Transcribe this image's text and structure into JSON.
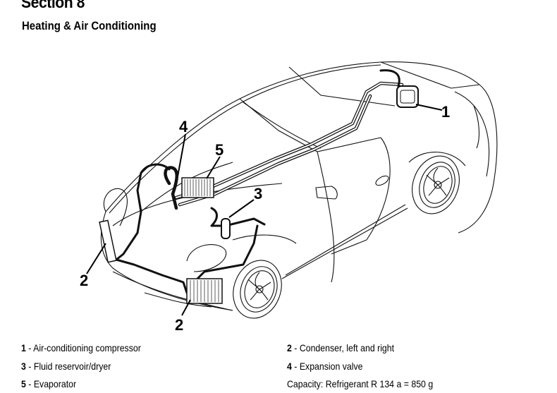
{
  "header": {
    "section": "Section 8",
    "title": "Heating & Air Conditioning"
  },
  "diagram": {
    "callouts": [
      {
        "id": "1",
        "label": "1"
      },
      {
        "id": "2",
        "label": "2"
      },
      {
        "id": "2b",
        "label": "2"
      },
      {
        "id": "3",
        "label": "3"
      },
      {
        "id": "4",
        "label": "4"
      },
      {
        "id": "5",
        "label": "5"
      }
    ]
  },
  "legend": {
    "items": [
      {
        "num": "1",
        "sep": " - ",
        "text": "Air-conditioning compressor"
      },
      {
        "num": "2",
        "sep": " - ",
        "text": "Condenser, left and right"
      },
      {
        "num": "3",
        "sep": " - ",
        "text": "Fluid reservoir/dryer"
      },
      {
        "num": "4",
        "sep": " - ",
        "text": "Expansion valve"
      },
      {
        "num": "5",
        "sep": " - ",
        "text": "Evaporator"
      }
    ],
    "capacity": "Capacity: Refrigerant R 134 a = 850 g"
  }
}
